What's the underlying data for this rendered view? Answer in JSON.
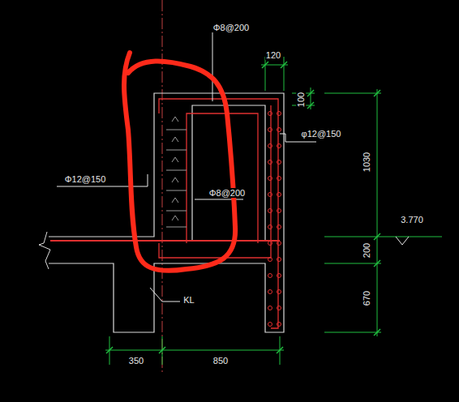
{
  "diagram": {
    "labels": [
      "Φ8@200",
      "120",
      "100",
      "φ12@150",
      "1030",
      "Φ12@150",
      "Φ8@200",
      "3.770",
      "200",
      "670",
      "KL",
      "350",
      "850"
    ]
  }
}
